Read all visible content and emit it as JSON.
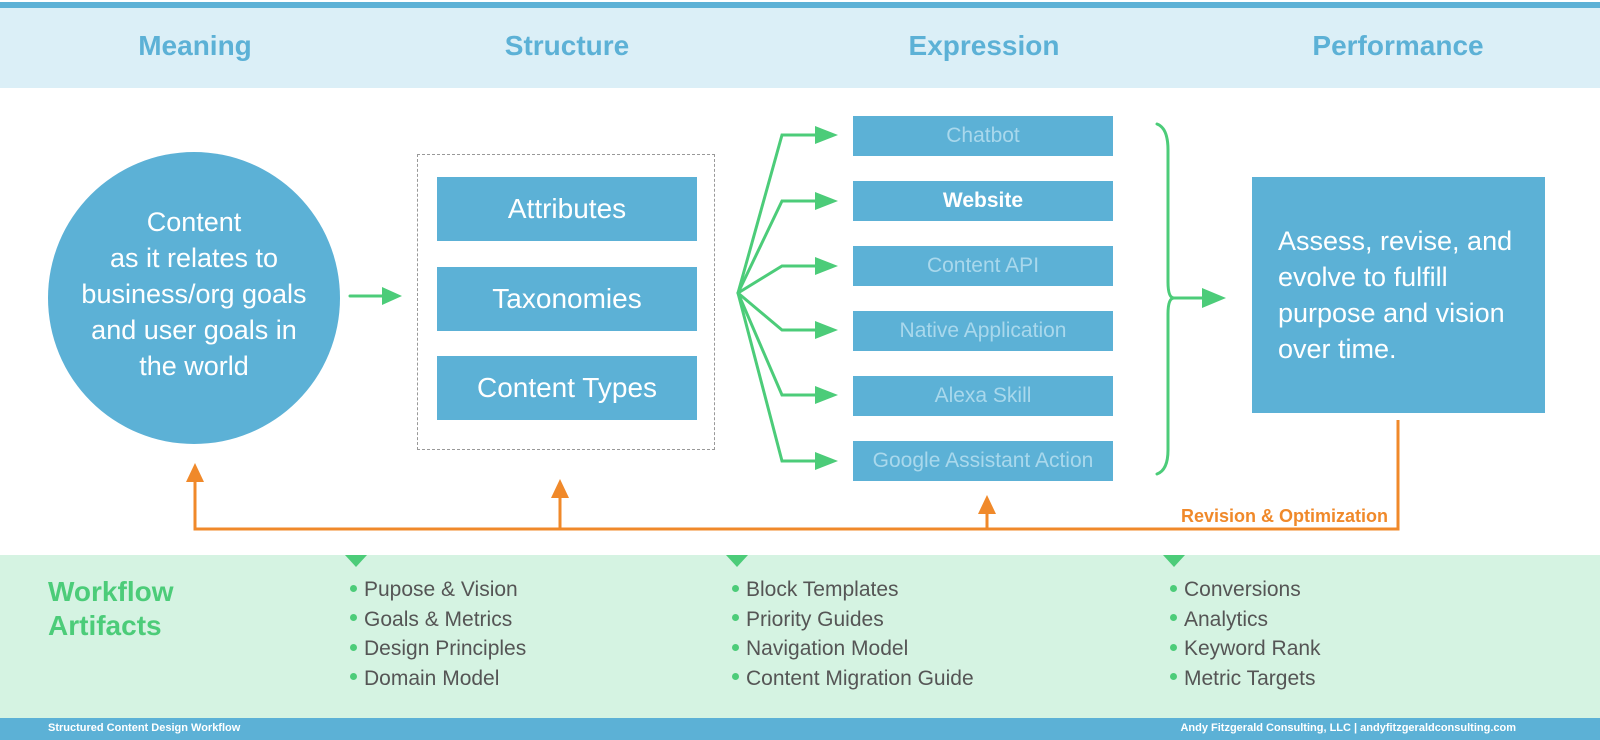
{
  "header": {
    "phases": [
      "Meaning",
      "Structure",
      "Expression",
      "Performance"
    ]
  },
  "meaning": {
    "text": "Content\nas it relates to\nbusiness/org goals\nand user goals in\nthe world"
  },
  "structure": {
    "items": [
      "Attributes",
      "Taxonomies",
      "Content Types"
    ]
  },
  "expression": {
    "items": [
      {
        "label": "Chatbot",
        "active": false
      },
      {
        "label": "Website",
        "active": true
      },
      {
        "label": "Content API",
        "active": false
      },
      {
        "label": "Native Application",
        "active": false
      },
      {
        "label": "Alexa Skill",
        "active": false
      },
      {
        "label": "Google Assistant Action",
        "active": false
      }
    ]
  },
  "performance": {
    "text": "Assess, revise, and evolve to fulfill purpose and vision over time."
  },
  "feedback": {
    "label": "Revision & Optimization"
  },
  "artifacts": {
    "title": "Workflow\nArtifacts",
    "columns": [
      [
        "Pupose & Vision",
        "Goals & Metrics",
        "Design Principles",
        "Domain Model"
      ],
      [
        "Block Templates",
        "Priority Guides",
        "Navigation Model",
        "Content Migration Guide"
      ],
      [
        "Conversions",
        "Analytics",
        "Keyword Rank",
        "Metric Targets"
      ]
    ]
  },
  "footer": {
    "left": "Structured Content Design Workflow",
    "right": "Andy Fitzgerald Consulting, LLC  |  andyfitzgeraldconsulting.com"
  },
  "colors": {
    "primary_blue": "#5cb1d6",
    "header_bg": "#dbeff7",
    "green": "#4ccc79",
    "artifacts_bg": "#d5f3e2",
    "orange": "#f0892a"
  }
}
